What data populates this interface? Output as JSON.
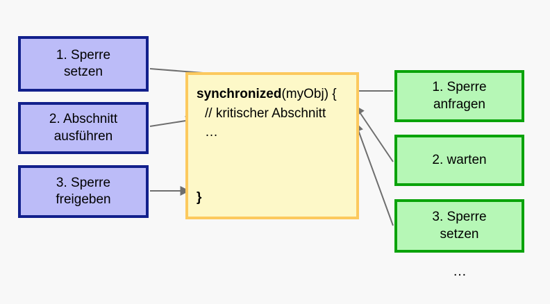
{
  "diagram": {
    "title": "Java synchronized block with lock acquisition steps",
    "background_color": "#f8f8f8",
    "palette": {
      "blue_fill": "#bcbcf8",
      "blue_border": "#12208c",
      "green_fill": "#b6f7b6",
      "green_border": "#0aa30a",
      "code_fill": "#fdf8c8",
      "code_border": "#fcc95e",
      "arrow_color": "#6e6e6e"
    }
  },
  "left_steps": [
    {
      "id": "set-lock",
      "label": "1. Sperre\nsetzen"
    },
    {
      "id": "run-section",
      "label": "2. Abschnitt\nausführen"
    },
    {
      "id": "release-lock",
      "label": "3. Sperre\nfreigeben"
    }
  ],
  "code_block": {
    "line1_keyword": "synchronized",
    "line1_rest": "(myObj) {",
    "line2": "// kritischer Abschnitt",
    "line3": "…",
    "line4": "}"
  },
  "right_steps": [
    {
      "id": "request-lock",
      "label": "1. Sperre\nanfragen"
    },
    {
      "id": "wait",
      "label": "2. warten"
    },
    {
      "id": "set-lock",
      "label": "3. Sperre\nsetzen"
    }
  ],
  "right_ellipsis": "…"
}
